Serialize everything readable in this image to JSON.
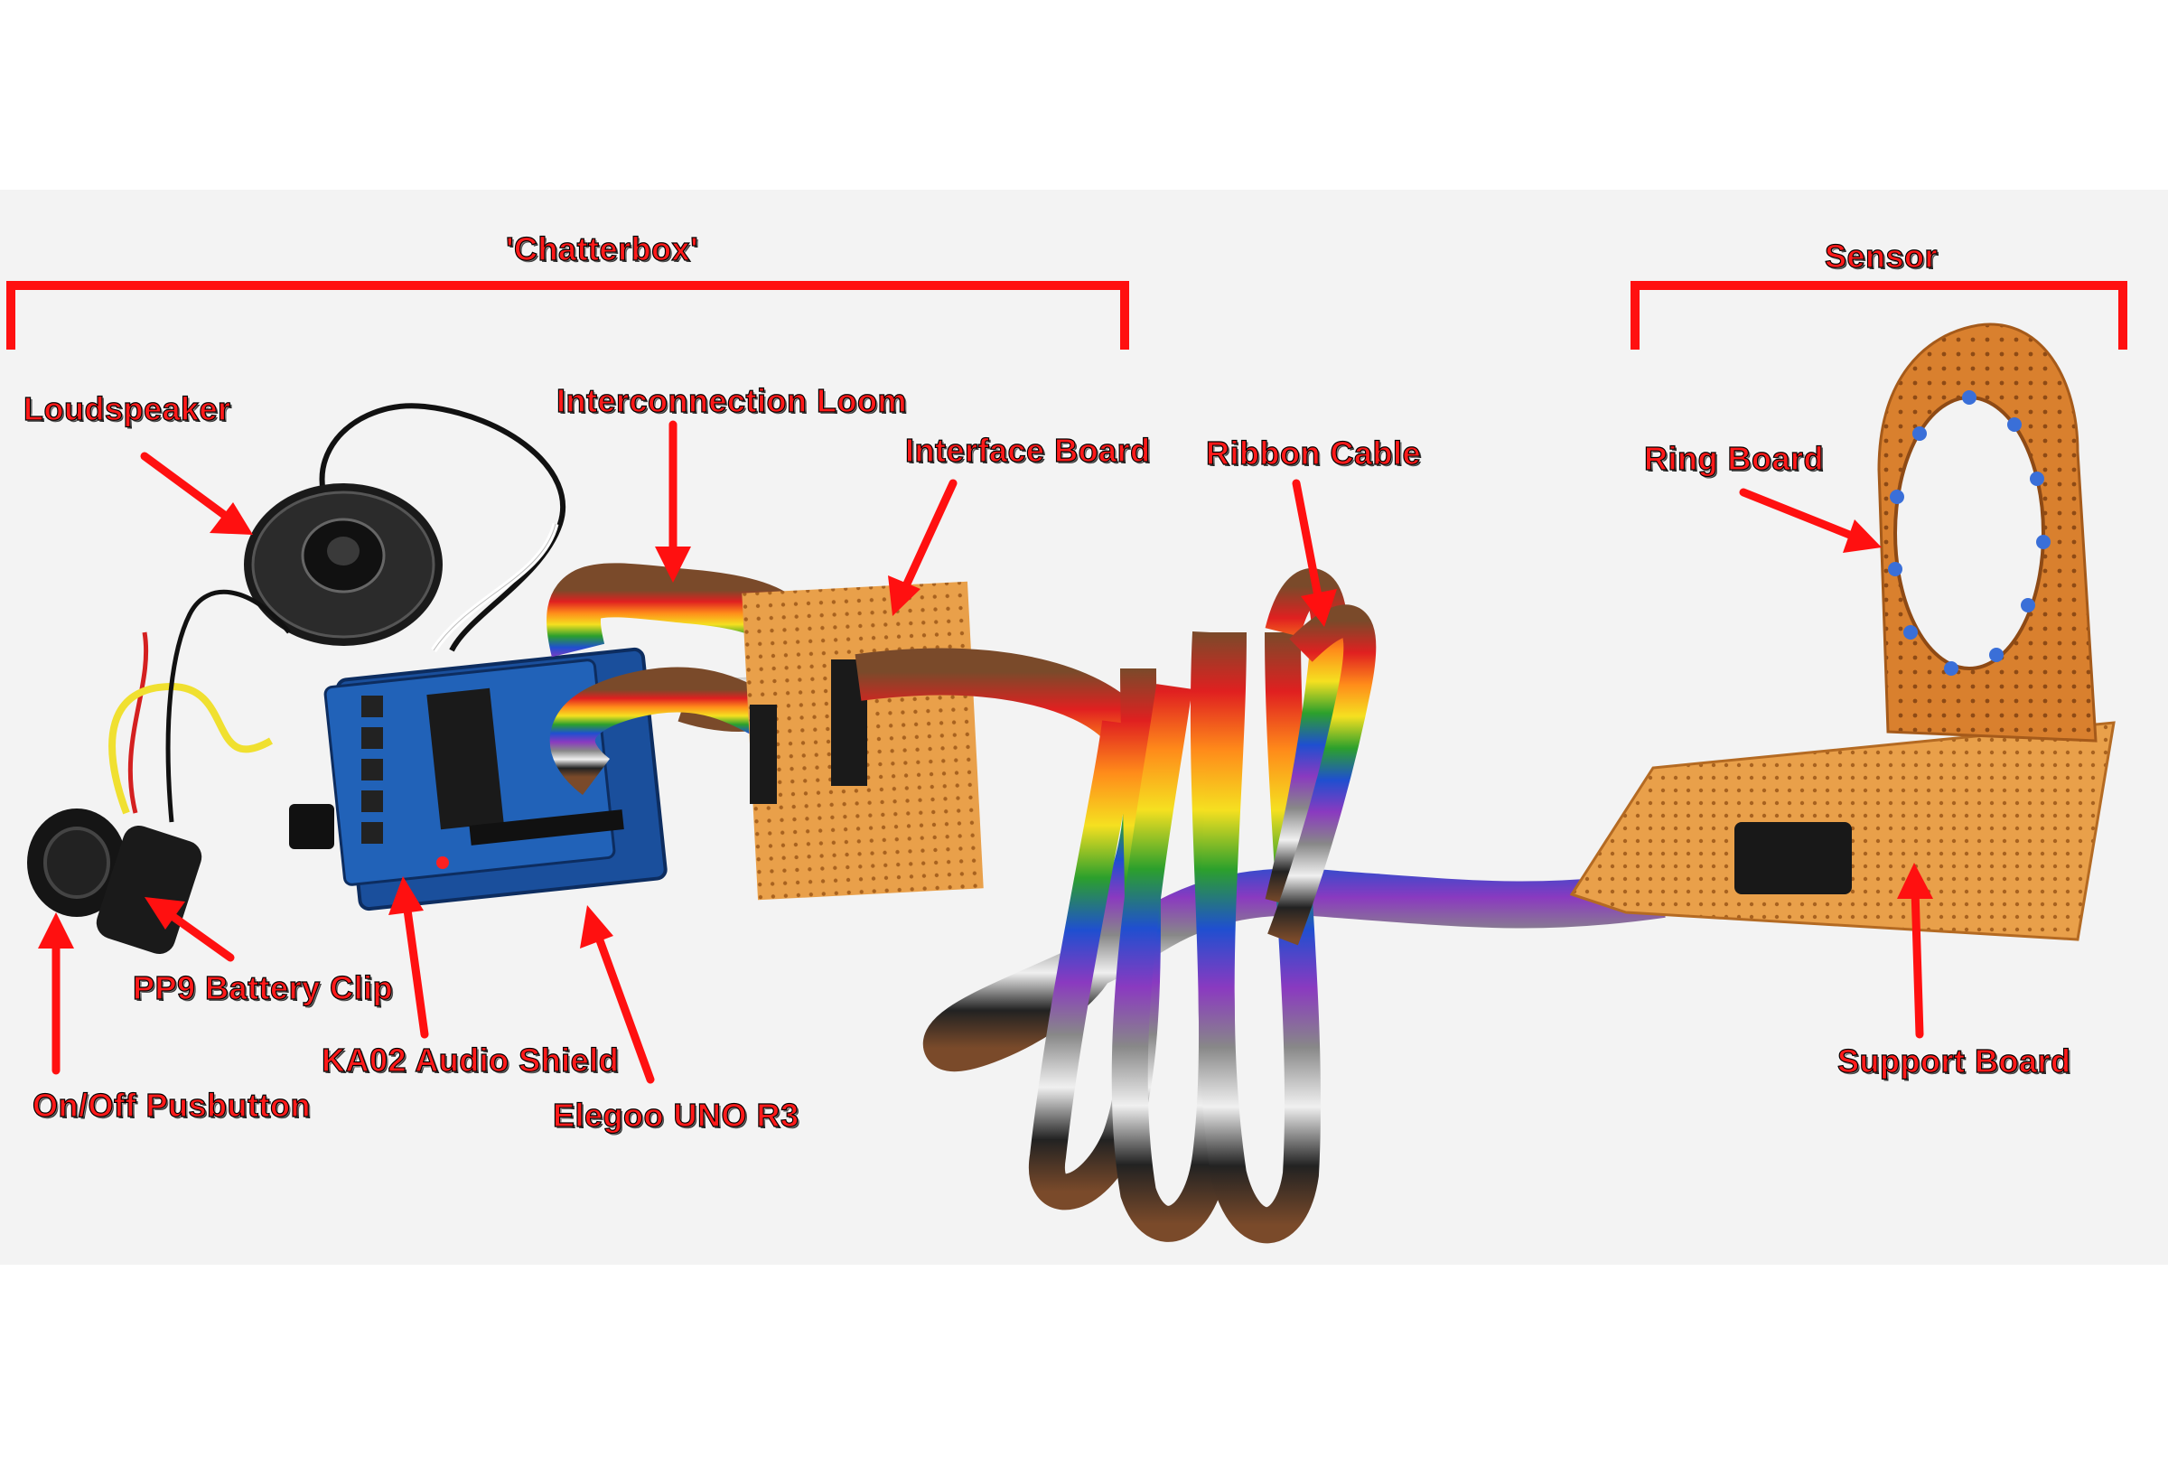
{
  "labels": {
    "chatterbox": "'Chatterbox'",
    "sensor": "Sensor",
    "loudspeaker": "Loudspeaker",
    "interconnection_loom": "Interconnection Loom",
    "interface_board": "Interface Board",
    "ribbon_cable": "Ribbon Cable",
    "ring_board": "Ring Board",
    "pp9_battery_clip": "PP9 Battery Clip",
    "ka02_audio_shield": "KA02 Audio Shield",
    "on_off_pushbutton": "On/Off Pusbutton",
    "elegoo_uno_r3": "Elegoo UNO R3",
    "support_board": "Support Board"
  },
  "colors": {
    "annotation": "#ff1a1a",
    "background": "#f2f2f2",
    "stripboard": "#e8a650",
    "pcb": "#1f4fa0"
  }
}
